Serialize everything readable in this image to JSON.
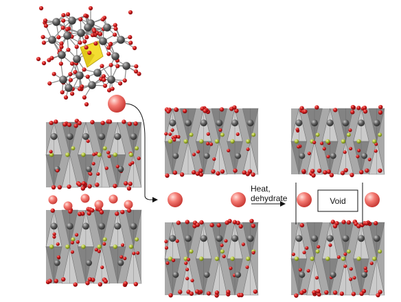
{
  "labels": {
    "heat_line1": "Heat,",
    "heat_line2": "dehydrate",
    "void": "Void"
  },
  "colors": {
    "oxygen": "#c8151b",
    "metal_atom": "#5e5e5e",
    "polyhedron": "#9a9a9a",
    "heteroatom": "#a2b52d",
    "central_tetrahedron": "#f3dc26",
    "cation_sphere": "#f06b66",
    "bond": "#8a8a8a"
  }
}
